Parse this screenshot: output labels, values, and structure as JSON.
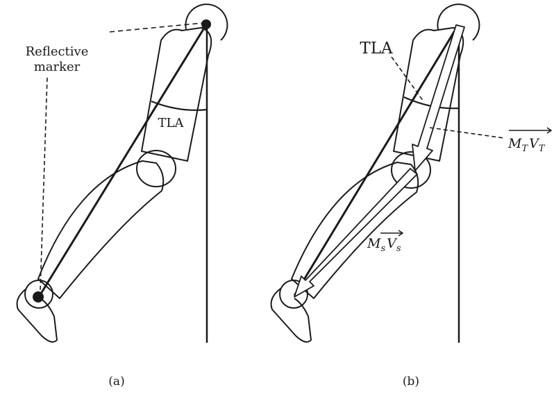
{
  "panel_a": {
    "caption": "(a)",
    "marker_label_line1": "Reflective",
    "marker_label_line2": "marker",
    "angle_label": "TLA"
  },
  "panel_b": {
    "caption": "(b)",
    "angle_label": "TLA",
    "thigh_vector": {
      "mass": "M",
      "mass_sub": "T",
      "vel": "V",
      "vel_sub": "T"
    },
    "shank_vector": {
      "mass": "M",
      "mass_sub": "s",
      "vel": "V",
      "vel_sub": "s"
    }
  },
  "colors": {
    "ink": "#1a1a1a",
    "background": "#ffffff"
  }
}
